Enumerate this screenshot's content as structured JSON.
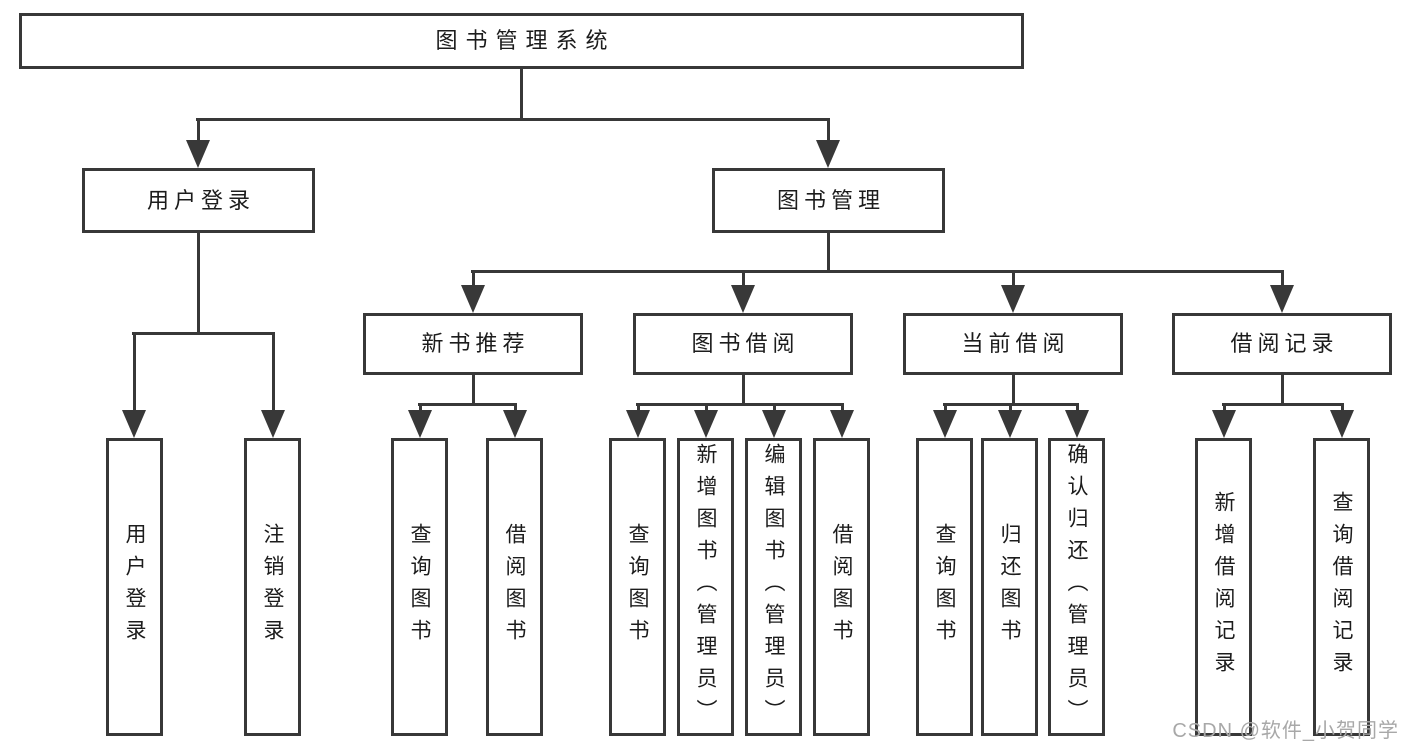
{
  "diagram": {
    "root": {
      "label": "图书管理系统",
      "children": [
        {
          "label": "用户登录",
          "children": [
            {
              "label": "用户登录"
            },
            {
              "label": "注销登录"
            }
          ]
        },
        {
          "label": "图书管理",
          "children": [
            {
              "label": "新书推荐",
              "children": [
                {
                  "label": "查询图书"
                },
                {
                  "label": "借阅图书"
                }
              ]
            },
            {
              "label": "图书借阅",
              "children": [
                {
                  "label": "查询图书"
                },
                {
                  "label": "新增图书（管理员）"
                },
                {
                  "label": "编辑图书（管理员）"
                },
                {
                  "label": "借阅图书"
                }
              ]
            },
            {
              "label": "当前借阅",
              "children": [
                {
                  "label": "查询图书"
                },
                {
                  "label": "归还图书"
                },
                {
                  "label": "确认归还（管理员）"
                }
              ]
            },
            {
              "label": "借阅记录",
              "children": [
                {
                  "label": "新增借阅记录"
                },
                {
                  "label": "查询借阅记录"
                }
              ]
            }
          ]
        }
      ]
    }
  },
  "watermark": {
    "text": "CSDN @软件_小贺同学"
  },
  "colors": {
    "background": "#ffffff",
    "line": "#383838",
    "box_border": "#383838",
    "box_fill": "#ffffff",
    "text": "#1c1c1c",
    "watermark": "#a8a8a8"
  }
}
